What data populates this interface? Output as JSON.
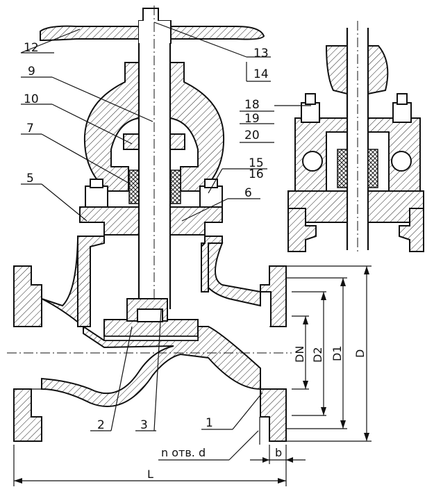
{
  "callouts": [
    "1",
    "2",
    "3",
    "5",
    "6",
    "7",
    "9",
    "10",
    "12",
    "13",
    "14",
    "15",
    "16",
    "18",
    "19",
    "20"
  ],
  "dimensions": {
    "dn": "DN",
    "d2": "D2",
    "d1": "D1",
    "d": "D",
    "length": "L",
    "flange_thickness": "b",
    "holes": "n отв. d"
  }
}
